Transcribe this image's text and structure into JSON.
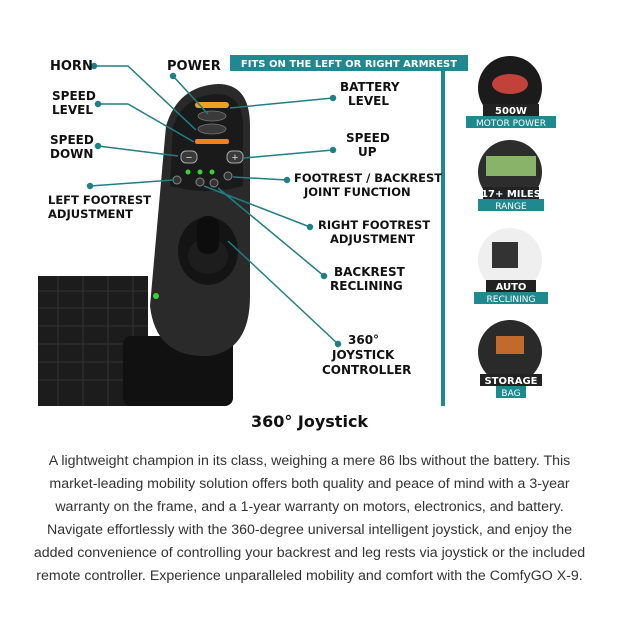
{
  "labels": {
    "horn": "HORN",
    "power": "POWER",
    "fits": "FITS ON THE LEFT OR RIGHT ARMREST",
    "battery_level": [
      "BATTERY",
      "LEVEL"
    ],
    "speed_level": [
      "SPEED",
      "LEVEL"
    ],
    "speed_down": [
      "SPEED",
      "DOWN"
    ],
    "speed_up": [
      "SPEED",
      "UP"
    ],
    "footrest_joint": [
      "FOOTREST / BACKREST",
      "JOINT FUNCTION"
    ],
    "left_footrest": [
      "LEFT FOOTREST",
      "ADJUSTMENT"
    ],
    "right_footrest": [
      "RIGHT FOOTREST",
      "ADJUSTMENT"
    ],
    "backrest_reclining": [
      "BACKREST",
      "RECLINING"
    ],
    "joystick_controller": [
      "360°",
      "JOYSTICK",
      "CONTROLLER"
    ]
  },
  "features": [
    {
      "line1": "500W",
      "line2": "MOTOR POWER",
      "icon": "motor-icon"
    },
    {
      "line1": "17+ MILES",
      "line2": "RANGE",
      "icon": "range-icon"
    },
    {
      "line1": "AUTO",
      "line2": "RECLINING",
      "icon": "reclining-chair-icon"
    },
    {
      "line1": "STORAGE",
      "line2": "BAG",
      "icon": "storage-bag-icon"
    }
  ],
  "caption": "360° Joystick",
  "description": "A lightweight champion in its class, weighing a mere 86 lbs without the battery. This market-leading mobility solution offers both quality and peace of mind with a 3-year warranty on the frame, and a 1-year warranty on motors, electronics, and battery. Navigate effortlessly with the 360-degree universal intelligent joystick, and enjoy the added convenience of controlling your backrest and leg rests via joystick or the included remote controller. Experience unparalleled mobility and comfort with the ComfyGO X-9.",
  "colors": {
    "teal": "#1e8a8f",
    "panel": "#2b2b2b",
    "callout": "#1f7f86"
  }
}
